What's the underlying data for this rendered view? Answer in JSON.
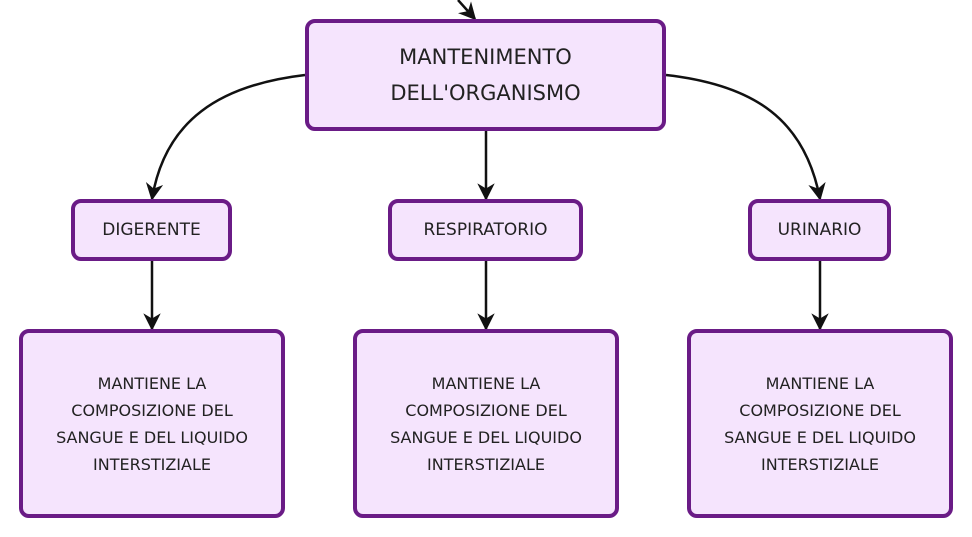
{
  "diagram": {
    "colors": {
      "node_fill": "#f5e4fd",
      "node_border": "#6a1b86",
      "edge": "#111111",
      "text": "#222222"
    },
    "root": {
      "label_line1": "MANTENIMENTO",
      "label_line2": "DELL'ORGANISMO"
    },
    "systems": [
      {
        "label": "DIGERENTE",
        "description": [
          "MANTIENE LA",
          "COMPOSIZIONE DEL",
          "SANGUE E DEL LIQUIDO",
          "INTERSTIZIALE"
        ]
      },
      {
        "label": "RESPIRATORIO",
        "description": [
          "MANTIENE LA",
          "COMPOSIZIONE DEL",
          "SANGUE E DEL LIQUIDO",
          "INTERSTIZIALE"
        ]
      },
      {
        "label": "URINARIO",
        "description": [
          "MANTIENE LA",
          "COMPOSIZIONE DEL",
          "SANGUE E DEL LIQUIDO",
          "INTERSTIZIALE"
        ]
      }
    ]
  }
}
